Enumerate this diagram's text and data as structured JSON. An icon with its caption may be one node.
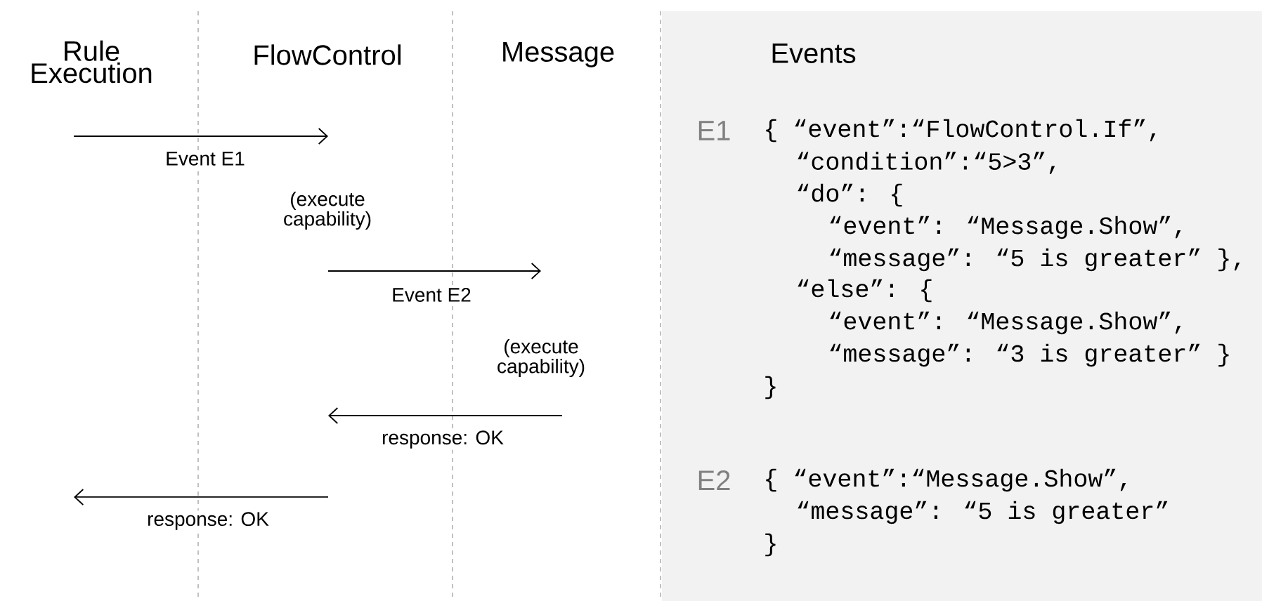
{
  "diagram": {
    "nodes": [
      {
        "text": [
          "Rule Execution"
        ]
      },
      {
        "text": [
          "FlowControl"
        ]
      },
      {
        "text": [
          "Message"
        ]
      },
      {
        "text": [
          "Events"
        ]
      }
    ],
    "edges": [
      {
        "from": 0,
        "to": 1,
        "arrow": "to",
        "label": "Event E1"
      },
      {
        "from": 1,
        "to": 2,
        "arrow": "to",
        "label": "Event E2"
      },
      {
        "from": 2,
        "to": 1,
        "arrow": "to",
        "label": "response: OK"
      },
      {
        "from": 1,
        "to": 0,
        "arrow": "to",
        "label": "response: OK"
      }
    ],
    "labels": [
      "(execute capability)",
      "(execute capability)",
      "E1",
      "{ “event”:“FlowControl.If”,",
      "“condition”:“5>3”,",
      "“do”: {",
      "“event”: “Message.Show”,",
      "“message”: “5 is greater” },",
      "“else”: {",
      "“event”: “Message.Show”,",
      "“message”: “3 is greater” }",
      "}",
      "E2",
      "{ “event”:“Message.Show”,",
      "“message”: “5 is greater”",
      "}"
    ]
  }
}
